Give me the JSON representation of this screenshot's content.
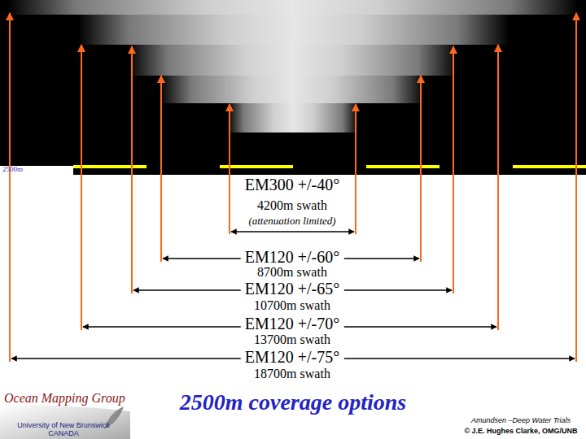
{
  "diagram": {
    "title": "2500m coverage options",
    "labels": [
      "2500m",
      "EM300 +/-40°",
      "4200m swath",
      "(attenuation limited)",
      "EM120 +/-60°",
      "8700m swath",
      "EM120 +/-65°",
      "10700m swath",
      "EM120 +/-70°",
      "13700m swath",
      "EM120 +/-75°",
      "18700m swath",
      "Ocean Mapping Group",
      "University of New Brunswick",
      "CANADA",
      "Amundsen –Deep Water Trials",
      "© J.E. Hughes Clarke, OMG/UNB"
    ]
  }
}
